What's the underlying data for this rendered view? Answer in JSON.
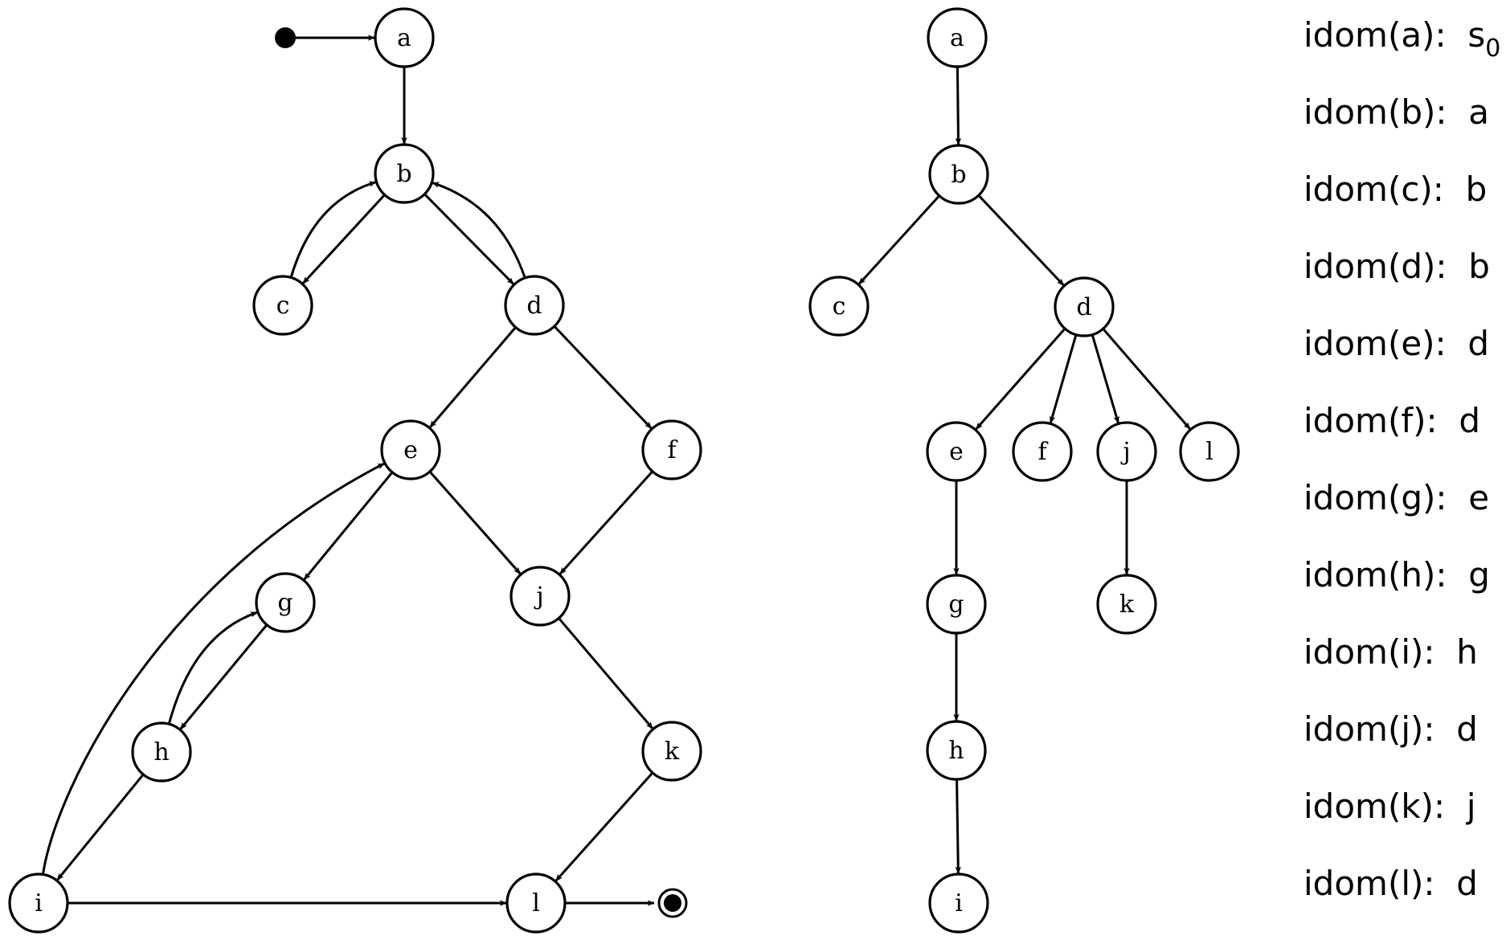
{
  "colors": {
    "stroke": "#000000",
    "fill": "#ffffff",
    "text": "#000000"
  },
  "cfg": {
    "start_marker": "start-dot",
    "end_marker": "end-double-circle",
    "nodes": [
      {
        "id": "a",
        "label": "a"
      },
      {
        "id": "b",
        "label": "b"
      },
      {
        "id": "c",
        "label": "c"
      },
      {
        "id": "d",
        "label": "d"
      },
      {
        "id": "e",
        "label": "e"
      },
      {
        "id": "f",
        "label": "f"
      },
      {
        "id": "g",
        "label": "g"
      },
      {
        "id": "h",
        "label": "h"
      },
      {
        "id": "i",
        "label": "i"
      },
      {
        "id": "j",
        "label": "j"
      },
      {
        "id": "k",
        "label": "k"
      },
      {
        "id": "l",
        "label": "l"
      }
    ],
    "edges": [
      {
        "from": "start",
        "to": "a"
      },
      {
        "from": "a",
        "to": "b"
      },
      {
        "from": "b",
        "to": "c"
      },
      {
        "from": "c",
        "to": "b"
      },
      {
        "from": "b",
        "to": "d"
      },
      {
        "from": "d",
        "to": "b"
      },
      {
        "from": "d",
        "to": "e"
      },
      {
        "from": "d",
        "to": "f"
      },
      {
        "from": "e",
        "to": "g"
      },
      {
        "from": "e",
        "to": "j"
      },
      {
        "from": "f",
        "to": "j"
      },
      {
        "from": "g",
        "to": "h"
      },
      {
        "from": "h",
        "to": "g"
      },
      {
        "from": "h",
        "to": "i"
      },
      {
        "from": "i",
        "to": "e"
      },
      {
        "from": "i",
        "to": "l"
      },
      {
        "from": "j",
        "to": "k"
      },
      {
        "from": "k",
        "to": "l"
      },
      {
        "from": "l",
        "to": "end"
      }
    ]
  },
  "dominator_tree": {
    "nodes": [
      {
        "id": "a",
        "label": "a"
      },
      {
        "id": "b",
        "label": "b"
      },
      {
        "id": "c",
        "label": "c"
      },
      {
        "id": "d",
        "label": "d"
      },
      {
        "id": "e",
        "label": "e"
      },
      {
        "id": "f",
        "label": "f"
      },
      {
        "id": "j",
        "label": "j"
      },
      {
        "id": "l",
        "label": "l"
      },
      {
        "id": "g",
        "label": "g"
      },
      {
        "id": "k",
        "label": "k"
      },
      {
        "id": "h",
        "label": "h"
      },
      {
        "id": "i",
        "label": "i"
      }
    ],
    "edges": [
      {
        "from": "a",
        "to": "b"
      },
      {
        "from": "b",
        "to": "c"
      },
      {
        "from": "b",
        "to": "d"
      },
      {
        "from": "d",
        "to": "e"
      },
      {
        "from": "d",
        "to": "f"
      },
      {
        "from": "d",
        "to": "j"
      },
      {
        "from": "d",
        "to": "l"
      },
      {
        "from": "e",
        "to": "g"
      },
      {
        "from": "j",
        "to": "k"
      },
      {
        "from": "g",
        "to": "h"
      },
      {
        "from": "h",
        "to": "i"
      }
    ]
  },
  "idom_list": [
    {
      "label": "idom(a):",
      "value": "s",
      "sub": "0"
    },
    {
      "label": "idom(b):",
      "value": "a"
    },
    {
      "label": "idom(c):",
      "value": "b"
    },
    {
      "label": "idom(d):",
      "value": "b"
    },
    {
      "label": "idom(e):",
      "value": "d"
    },
    {
      "label": "idom(f):",
      "value": "d"
    },
    {
      "label": "idom(g):",
      "value": "e"
    },
    {
      "label": "idom(h):",
      "value": "g"
    },
    {
      "label": "idom(i):",
      "value": "h"
    },
    {
      "label": "idom(j):",
      "value": "d"
    },
    {
      "label": "idom(k):",
      "value": "j"
    },
    {
      "label": "idom(l):",
      "value": "d"
    }
  ]
}
